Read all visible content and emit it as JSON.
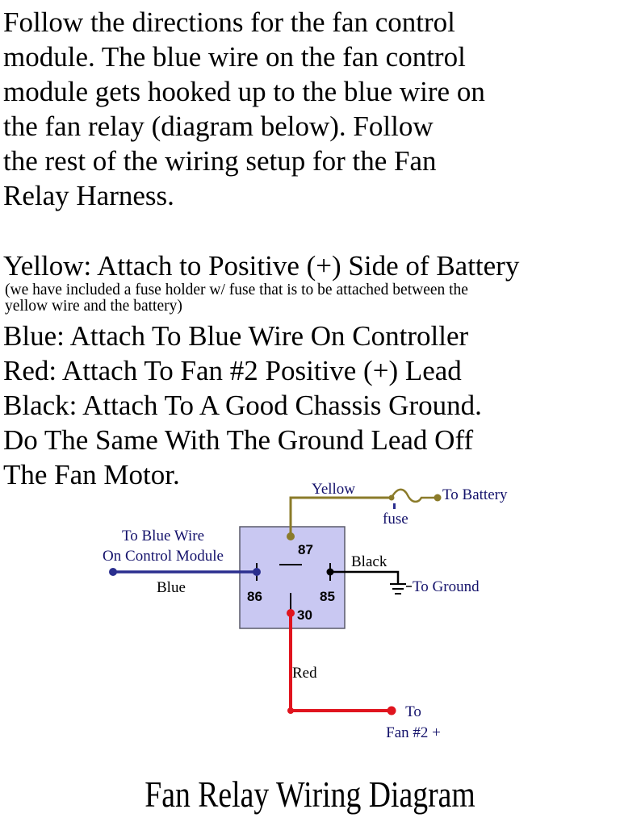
{
  "intro": {
    "lines": [
      "Follow the directions for the fan control",
      "module.  The blue wire on the fan control",
      "module gets hooked up to the blue wire on",
      "the fan relay (diagram below).  Follow",
      "the rest of the  wiring setup for the Fan",
      "Relay Harness."
    ]
  },
  "instructions": {
    "yellow": "Yellow: Attach to Positive (+) Side of Battery",
    "fuse_note": [
      "(we have included a fuse holder w/ fuse that is to be attached between the",
      "yellow wire and the battery)"
    ],
    "lines": [
      "Blue: Attach To Blue Wire On Controller",
      "Red: Attach To Fan #2 Positive (+) Lead",
      "Black: Attach To A Good Chassis Ground.",
      "Do The Same With The Ground Lead Off",
      "The Fan Motor."
    ]
  },
  "diagram": {
    "labels": {
      "yellow": "Yellow",
      "to_battery": "To Battery",
      "fuse": "fuse",
      "to_blue_wire_1": "To Blue Wire",
      "to_blue_wire_2": "On Control Module",
      "blue": "Blue",
      "black": "Black",
      "to_ground": "To Ground",
      "red": "Red",
      "to_fan_1": "To",
      "to_fan_2": "Fan #2 +"
    },
    "pins": {
      "p87": "87",
      "p86": "86",
      "p85": "85",
      "p30": "30"
    },
    "colors": {
      "relay_fill": "#c9c8f2",
      "yellow_wire": "#8b7b2a",
      "blue_wire": "#2b2f8f",
      "red_wire": "#e0141e",
      "black_wire": "#000000",
      "label_text": "#14126b"
    }
  },
  "title": "Fan Relay Wiring Diagram"
}
